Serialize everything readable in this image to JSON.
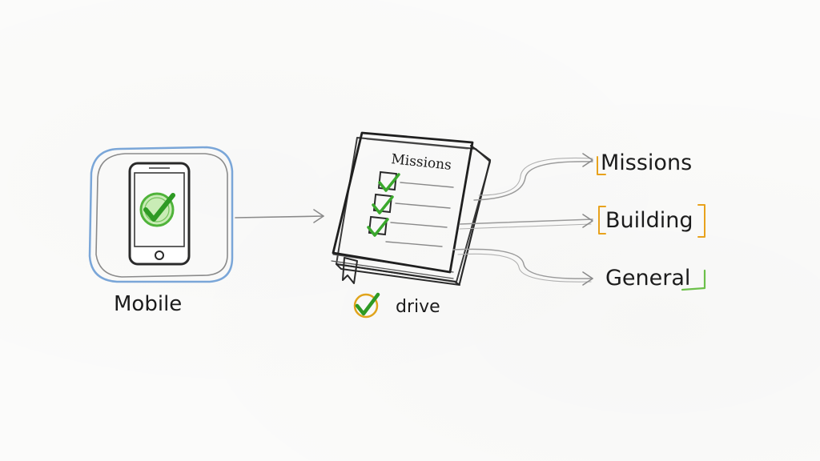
{
  "nodes": {
    "mobile": {
      "label": "Mobile"
    },
    "book": {
      "title": "Missions"
    },
    "drive": {
      "label": "drive"
    }
  },
  "outputs": [
    {
      "label": "Missions",
      "accent": "#e8a21c"
    },
    {
      "label": "Building",
      "accent": "#e8a21c"
    },
    {
      "label": "General",
      "accent": "#6cc04a"
    }
  ],
  "colors": {
    "ink": "#2a2a2a",
    "check_green": "#3aa82c",
    "frame_blue": "#7aa6d8",
    "drive_circle": "#e0a41c"
  },
  "icons": {
    "phone": "phone-icon",
    "check": "checkmark-icon",
    "book": "book-icon",
    "bookmark": "bookmark-icon"
  }
}
